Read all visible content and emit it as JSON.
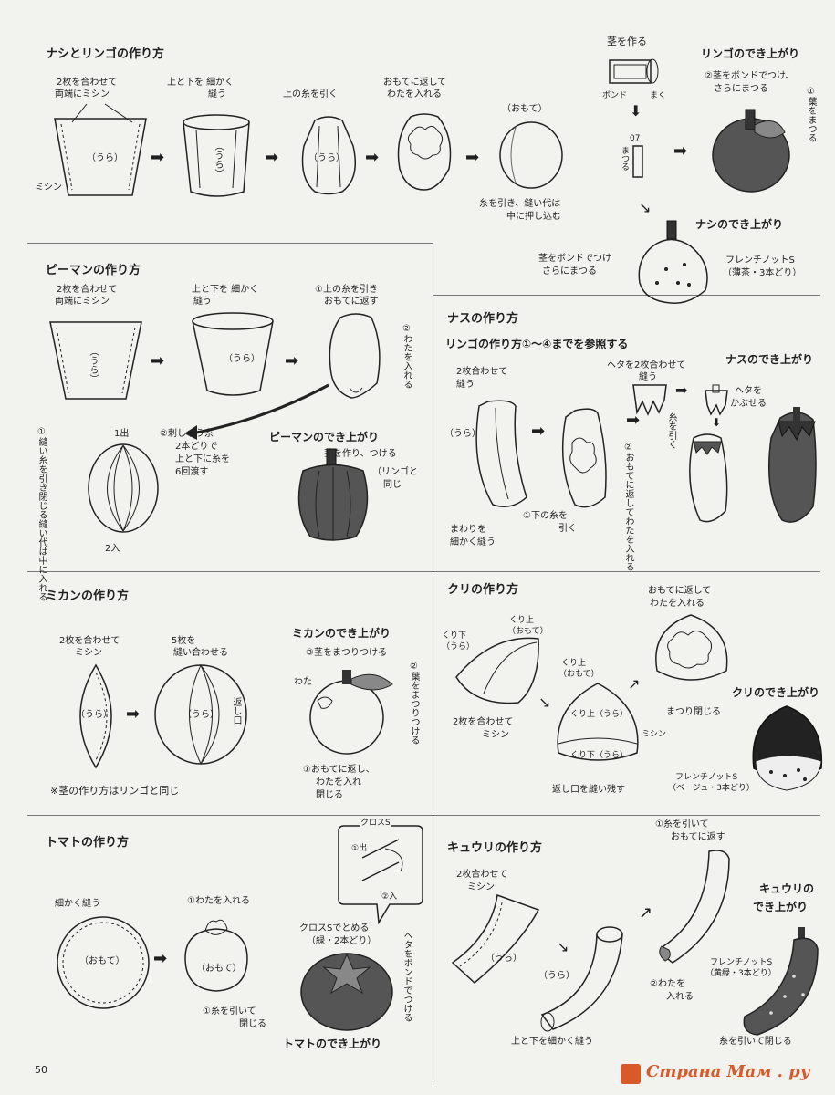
{
  "sections": {
    "nashi_ringo": {
      "title": "ナシとリンゴの作り方",
      "step1a": "2枚を合わせて",
      "step1b": "両端にミシン",
      "mishin": "ミシン",
      "ura": "（うら）",
      "step2a": "上と下を 細かく",
      "step2b": "縫う",
      "step3": "上の糸を引く",
      "step4a": "おもてに返して",
      "step4b": "わたを入れる",
      "omote": "（おもて）",
      "step5a": "糸を引き、縫い代は",
      "step5b": "中に押し込む",
      "kuki_title": "茎を作る",
      "bond": "ボンド",
      "maku": "まく",
      "matsuru_num": "07",
      "matsuru": "まつる",
      "ringo_result": "リンゴのでき上がり",
      "ringo_note_a": "②茎をボンドでつけ、",
      "ringo_note_b": "さらにまつる",
      "ringo_vert": "①葉をまつる",
      "nashi_result": "ナシのでき上がり",
      "nashi_note_a": "茎をボンドでつけ",
      "nashi_note_b": "さらにまつる",
      "french_a": "フレンチノットS",
      "french_b": "（薄茶・3本どり）"
    },
    "piman": {
      "title": "ピーマンの作り方",
      "step1a": "2枚を合わせて",
      "step1b": "両端にミシン",
      "ura": "（うら）",
      "step2a": "上と下を 細かく",
      "step2b": "縫う",
      "step3a": "①上の糸を引き",
      "step3b": "おもてに返す",
      "step3v": "②わたを入れる",
      "step4v": "①縫い糸を引き閉じる縫い代は中に入れる",
      "out1": "1出",
      "in2": "2入",
      "step5a": "②刺しゅう糸",
      "step5b": "2本どりで",
      "step5c": "上と下に糸を",
      "step5d": "6回渡す",
      "result": "ピーマンのでき上がり",
      "note_a": "茎を作り、つける",
      "note_b": "（リンゴと",
      "note_c": "同じ"
    },
    "nasu": {
      "title": "ナスの作り方",
      "ref": "リンゴの作り方①～④までを参照する",
      "step1a": "2枚合わせて",
      "step1b": "縫う",
      "ura": "（うら）",
      "step2a": "まわりを",
      "step2b": "細かく縫う",
      "step3a": "①下の糸を",
      "step3b": "引く",
      "step3v": "②おもてに返してわたを入れる",
      "heta_a": "ヘタを2枚合わせて",
      "heta_b": "縫う",
      "heta2_a": "ヘタを",
      "heta2_b": "かぶせる",
      "ito_v": "糸を引く",
      "result": "ナスのでき上がり"
    },
    "mikan": {
      "title": "ミカンの作り方",
      "step1a": "2枚を合わせて",
      "step1b": "ミシン",
      "ura": "（うら）",
      "step2a": "5枚を",
      "step2b": "縫い合わせる",
      "kaeshi": "返し口",
      "result": "ミカンのでき上がり",
      "kuki": "③茎をまつりつける",
      "wata": "わた",
      "leaf_v": "②葉をまつりつける",
      "step_a": "①おもてに返し、",
      "step_b": "わたを入れ",
      "step_c": "閉じる",
      "note": "※茎の作り方はリンゴと同じ"
    },
    "kuri": {
      "title": "クリの作り方",
      "kuri_shita_a": "くり下",
      "kuri_shita_b": "（うら）",
      "kuri_ue_a": "くり上",
      "kuri_ue_b": "（おもて）",
      "step1a": "2枚を合わせて",
      "step1b": "ミシン",
      "kuri_ue2_a": "くり上",
      "kuri_ue2_b": "（おもて）",
      "ue_ura": "くり上（うら）",
      "shita_ura": "くり下（うら）",
      "mishin": "ミシン",
      "kaeshi": "返し口を縫い残す",
      "step2a": "おもてに返して",
      "step2b": "わたを入れる",
      "matsuri": "まつり閉じる",
      "result": "クリのでき上がり",
      "french_a": "フレンチノットS",
      "french_b": "（ベージュ・3本どり）"
    },
    "tomato": {
      "title": "トマトの作り方",
      "cross_title": "クロスS",
      "cross_out": "①出",
      "cross_in": "②入",
      "hosoku": "細かく縫う",
      "omote": "（おもて）",
      "wata": "①わたを入れる",
      "omote2": "（おもて）",
      "ito_a": "①糸を引いて",
      "ito_b": "閉じる",
      "cross_note_a": "クロスSでとめる",
      "cross_note_b": "（緑・2本どり）",
      "heta_v": "ヘタをボンドでつける",
      "result": "トマトのでき上がり"
    },
    "kyuri": {
      "title": "キュウリの作り方",
      "step1a": "2枚合わせて",
      "step1b": "ミシン",
      "ura": "（うら）",
      "ura2": "（うら）",
      "step2": "上と下を細かく縫う",
      "step3a": "①糸を引いて",
      "step3b": "おもてに返す",
      "wata_a": "②わたを",
      "wata_b": "入れる",
      "result_a": "キュウリの",
      "result_b": "でき上がり",
      "french_a": "フレンチノットS",
      "french_b": "（黄緑・3本どり）",
      "close": "糸を引いて閉じる"
    }
  },
  "page_number": "50",
  "watermark": "Страна Мам . ру"
}
